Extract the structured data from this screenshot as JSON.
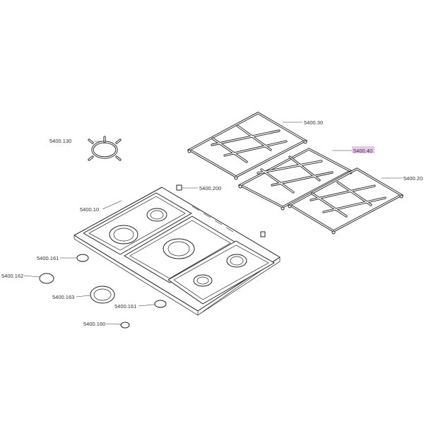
{
  "diagram": {
    "highlight_color": "#e9c6ec",
    "labels": {
      "grid_right_top": "5400.30",
      "grid_middle": "5400.40",
      "grid_right_bottom": "5400.20",
      "wok_ring": "5400.130",
      "clip": "5400.200",
      "hob_top": "5400.10",
      "cap_161_left": "5400.161",
      "cap_162": "5400.162",
      "cap_163": "5400.163",
      "cap_161_right": "5400.161",
      "cap_160": "5400.160"
    },
    "highlighted": "5400.40"
  }
}
